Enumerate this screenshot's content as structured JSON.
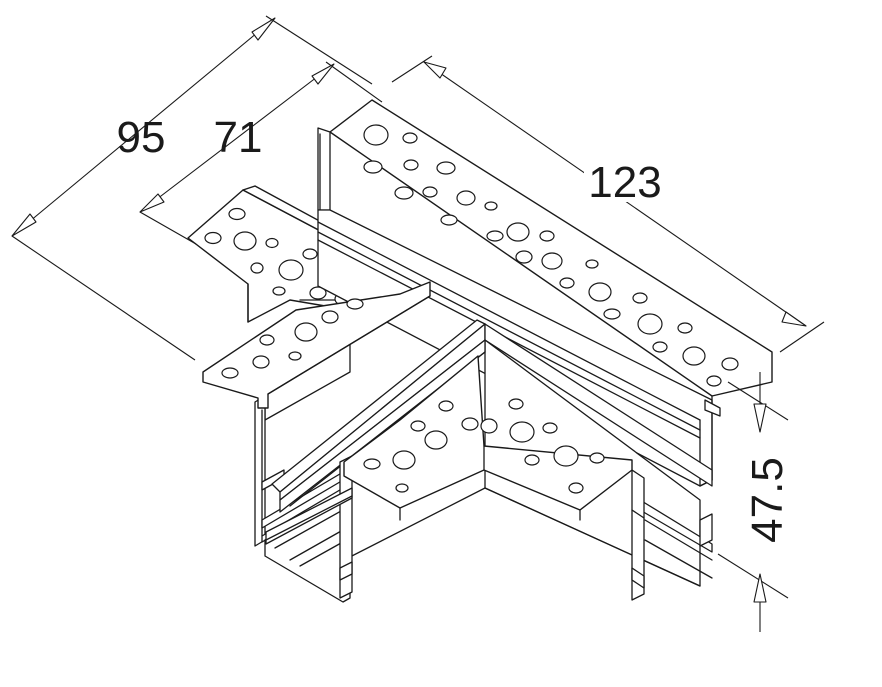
{
  "dimensions": {
    "outer_width": "95",
    "inner_width": "71",
    "length": "123",
    "height": "47.5"
  }
}
